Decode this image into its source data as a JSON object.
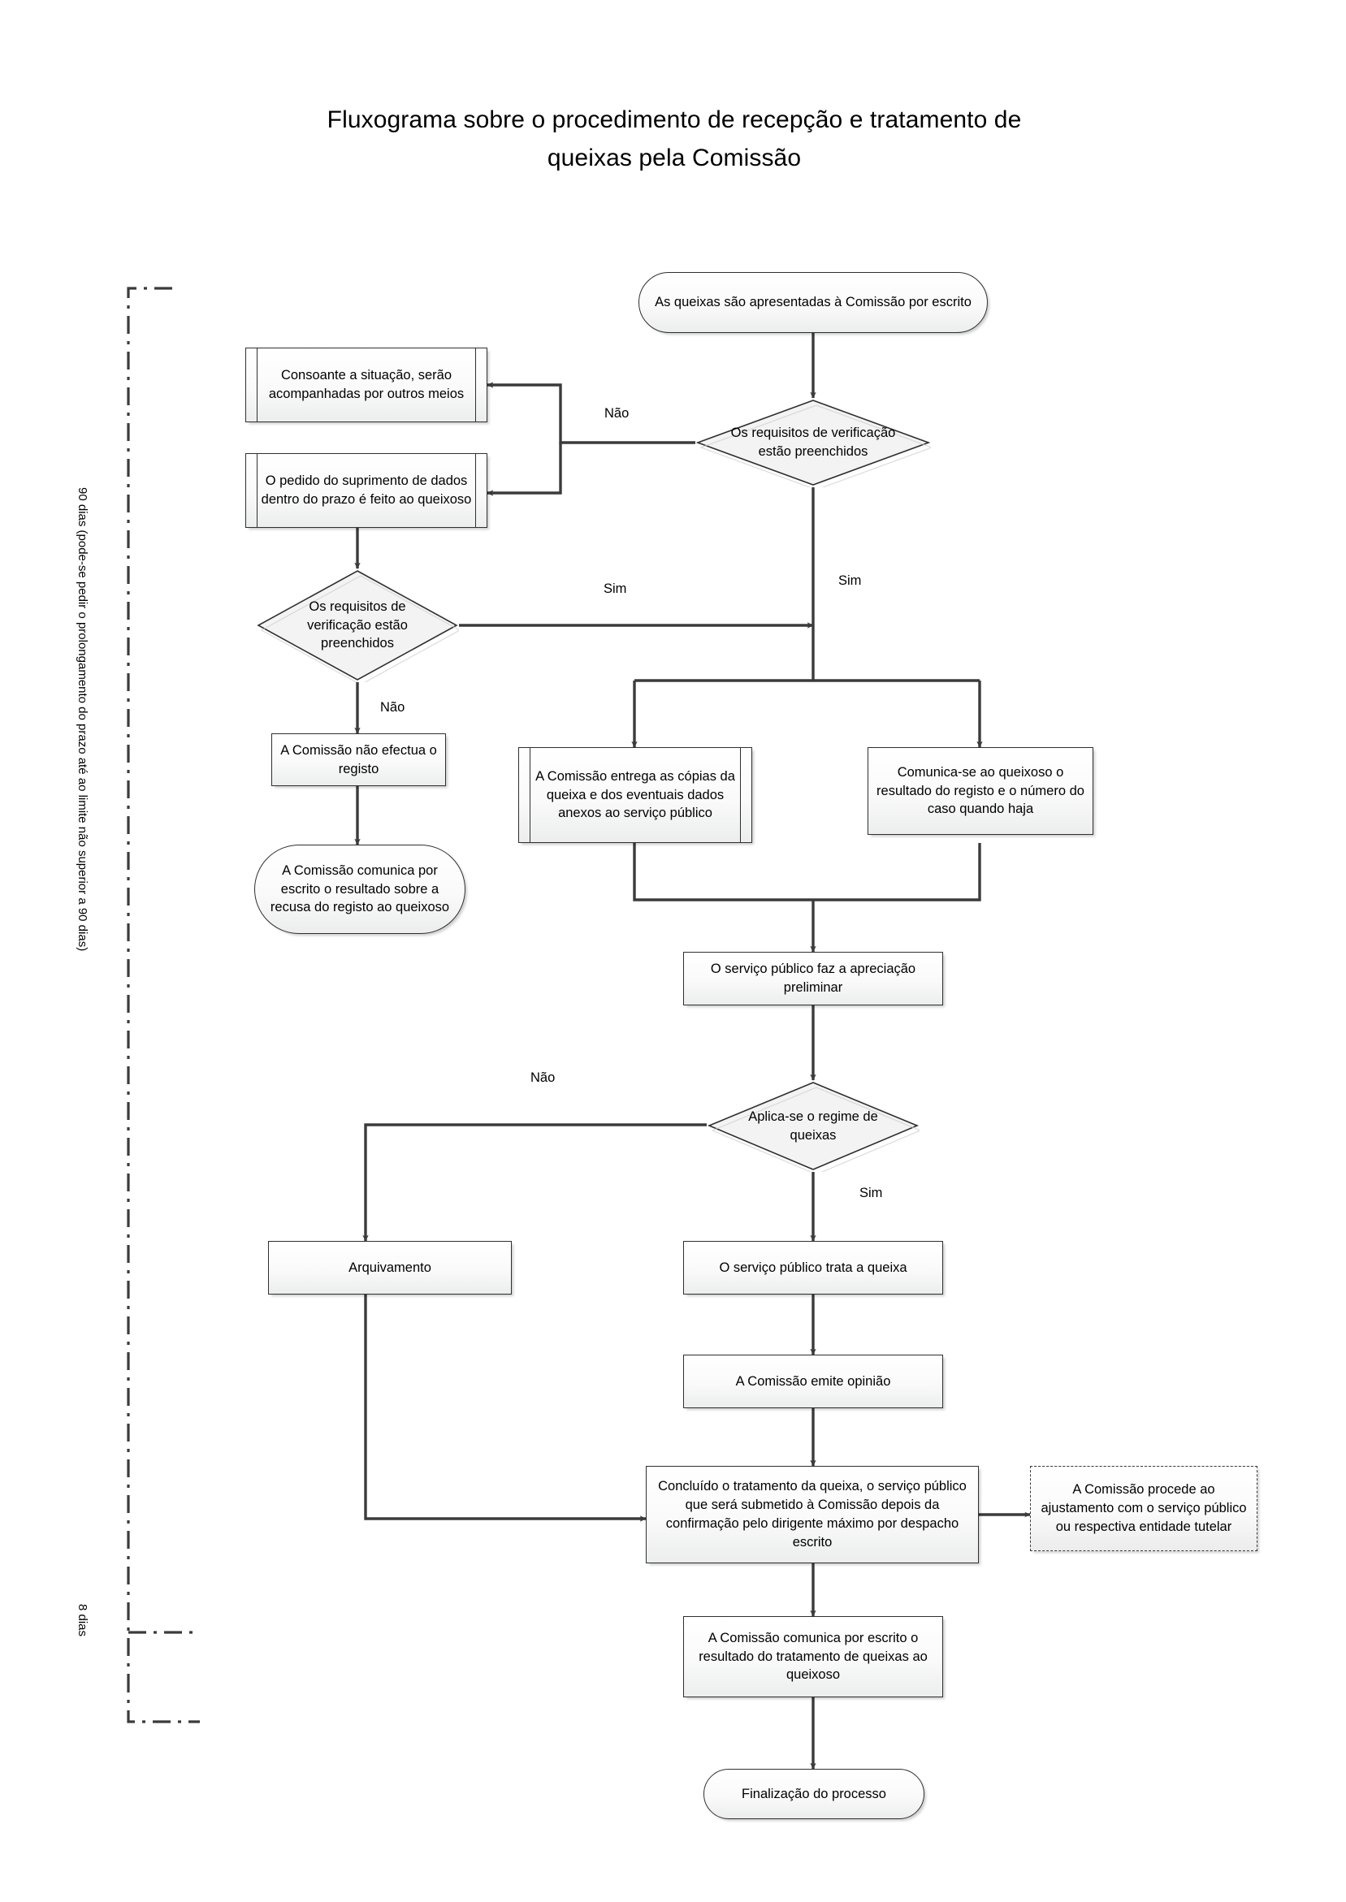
{
  "title": "Fluxograma sobre o procedimento de recepção e tratamento de queixas pela Comissão",
  "title_line1": "Fluxograma sobre o procedimento de recepção e tratamento de",
  "title_line2": "queixas pela Comissão",
  "side_labels": {
    "deadline_90": "90 dias (pode-se pedir o prolongamento do prazo até ao limite não superior a 90 dias)",
    "deadline_8": "8 dias"
  },
  "nodes": {
    "start": "As queixas são apresentadas à Comissão por escrito",
    "decision_requirements_1": "Os requisitos de verificação estão preenchidos",
    "other_means": "Consoante a situação, serão acompanhadas por outros meios",
    "request_data": "O pedido do suprimento de dados dentro do prazo é feito ao queixoso",
    "decision_requirements_2": "Os requisitos de verificação estão preenchidos",
    "no_registration": "A Comissão não efectua o registo",
    "communicate_refusal": "A Comissão comunica por escrito o resultado sobre a recusa do registo ao queixoso",
    "deliver_copies": "A Comissão entrega as cópias da queixa e dos eventuais dados anexos ao serviço público",
    "communicate_result": "Comunica-se ao queixoso o resultado do registo e o número do caso quando haja",
    "preliminary_appraisal": "O serviço público faz a apreciação preliminar",
    "decision_regime": "Aplica-se o regime de queixas",
    "archive": "Arquivamento",
    "public_service_handles": "O serviço público trata a queixa",
    "commission_opinion": "A Comissão emite opinião",
    "conclusion": "Concluído o tratamento da queixa, o serviço público que será submetido à Comissão depois da confirmação pelo dirigente máximo por despacho escrito",
    "adjustment": "A Comissão procede ao ajustamento com o serviço público ou respectiva entidade tutelar",
    "final_communication": "A Comissão comunica por escrito o resultado do tratamento de queixas ao queixoso",
    "end": "Finalização do processo"
  },
  "edge_labels": {
    "nao_1": "Não",
    "sim_1": "Sim",
    "sim_2": "Sim",
    "nao_2": "Não",
    "nao_3": "Não",
    "sim_3": "Sim"
  },
  "colors": {
    "line": "#3b3b3b",
    "node_border": "#2f2f2f",
    "node_fill_top": "#ffffff",
    "node_fill_bottom": "#ececed",
    "text": "#000000",
    "page_background": "#ffffff"
  }
}
